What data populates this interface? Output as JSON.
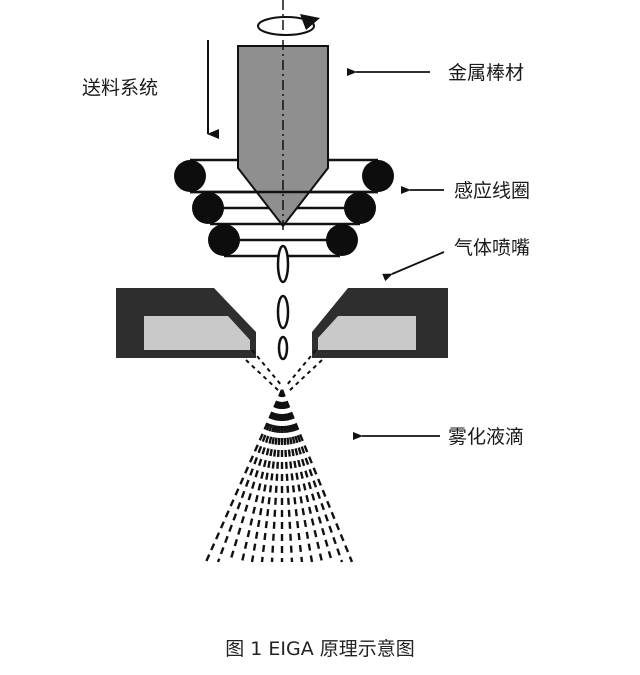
{
  "labels": {
    "feed_system": "送料系统",
    "metal_rod": "金属棒材",
    "induction_coil": "感应线圈",
    "gas_nozzle": "气体喷嘴",
    "atomized_droplets": "雾化液滴"
  },
  "caption": "图 1  EIGA 原理示意图",
  "colors": {
    "rod_fill": "#8f8f8f",
    "coil_fill": "#0d0d0d",
    "nozzle_outer": "#2e2e2e",
    "nozzle_inner": "#c9c9c9",
    "line": "#111111"
  }
}
